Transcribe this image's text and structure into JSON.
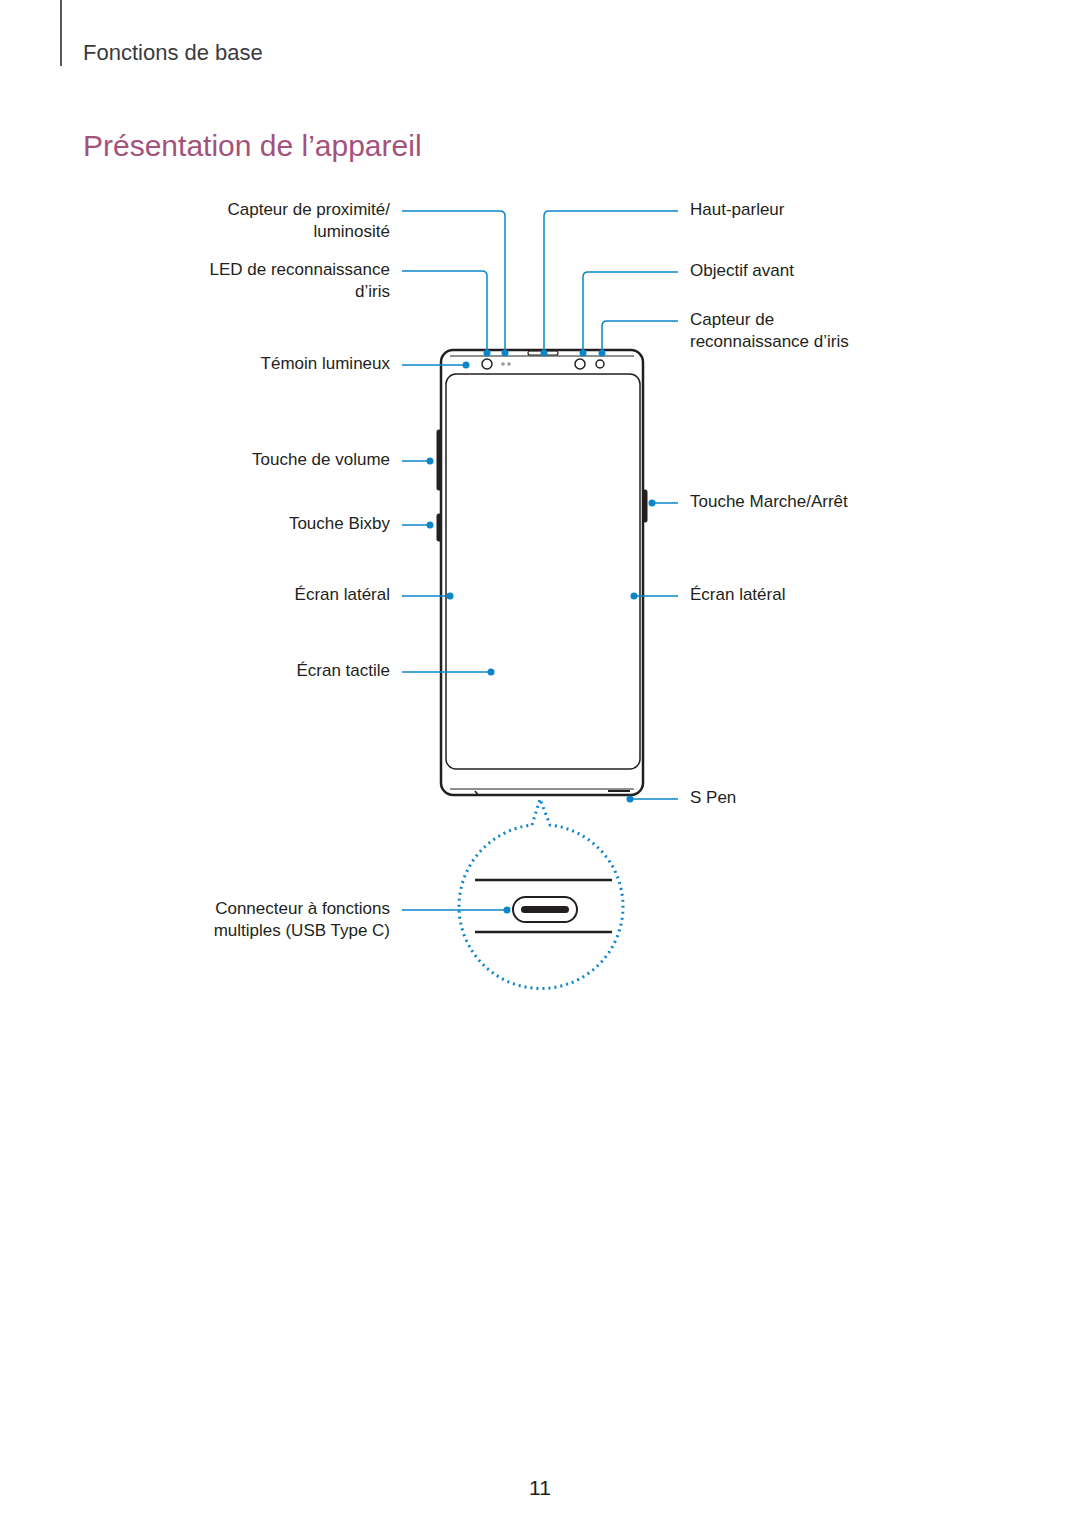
{
  "diagram": {
    "title": "Présentation de l’appareil",
    "labels": [
      "Fonctions de base",
      "Capteur de proximité/ luminosité",
      "LED de reconnaissance d’iris",
      "Témoin lumineux",
      "Touche de volume",
      "Touche Bixby",
      "Écran latéral",
      "Écran tactile",
      "Connecteur à fonctions multiples (USB Type C)",
      "Haut-parleur",
      "Objectif avant",
      "Capteur de reconnaissance d’iris",
      "Touche Marche/Arrêt",
      "Écran latéral",
      "S Pen",
      "11"
    ]
  }
}
